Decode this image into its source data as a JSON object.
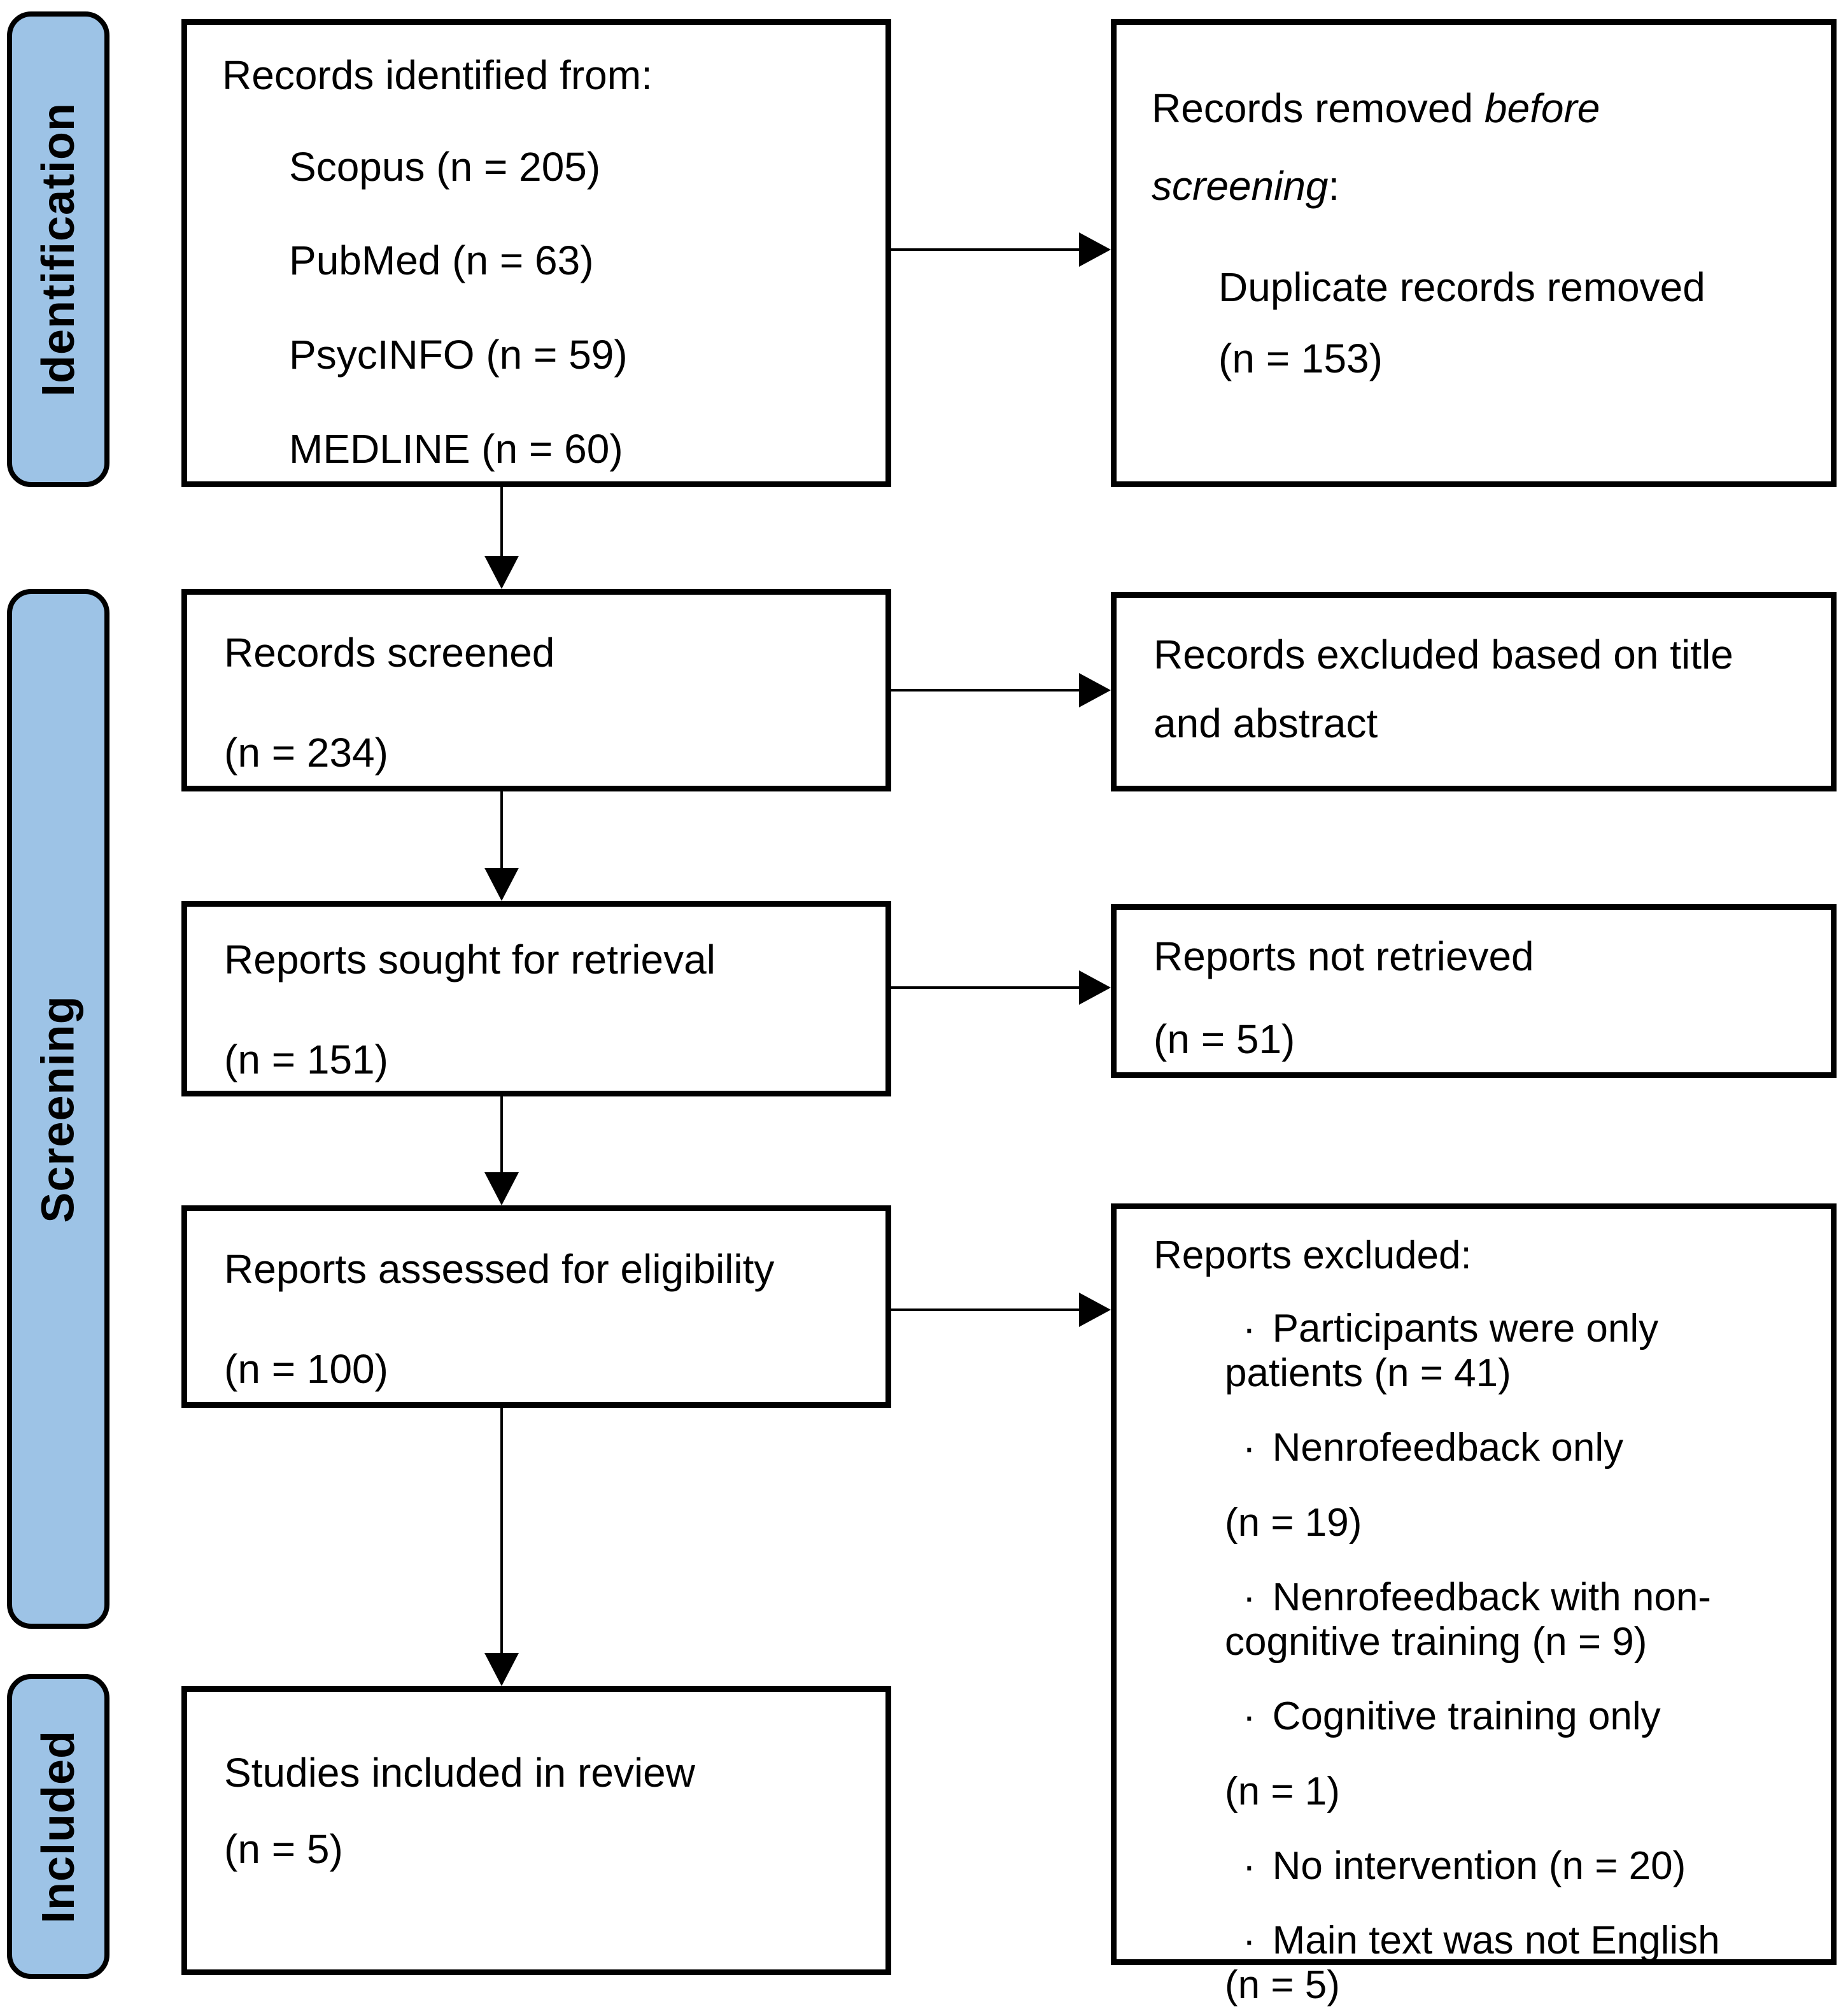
{
  "colors": {
    "stage_fill": "#9DC3E6",
    "line": "#000000",
    "box_bg": "#FFFFFF"
  },
  "stages": [
    {
      "label": "Identification"
    },
    {
      "label": "Screening"
    },
    {
      "label": "Included"
    }
  ],
  "boxes": {
    "identified": {
      "title": "Records identified from:",
      "items": [
        "Scopus (n = 205)",
        "PubMed (n = 63)",
        "PsycINFO (n = 59)",
        "MEDLINE (n = 60)"
      ]
    },
    "removed_before_screening": {
      "title_pre": "Records removed ",
      "title_italic_1": "before",
      "title_italic_2": "screening",
      "title_post": ":",
      "item_line1": "Duplicate records removed",
      "item_line2": "(n = 153)"
    },
    "screened": {
      "line1": "Records screened",
      "count": "(n = 234)"
    },
    "excluded_title_abstract": {
      "line1": "Records excluded based on title",
      "line2": "and abstract"
    },
    "sought": {
      "line1": "Reports sought for retrieval",
      "count": "(n = 151)"
    },
    "not_retrieved": {
      "line1": "Reports not retrieved",
      "count": "(n = 51)"
    },
    "assessed": {
      "line1": "Reports assessed for eligibility",
      "count": "(n = 100)"
    },
    "reports_excluded": {
      "title": "Reports excluded:",
      "bullet_glyph": "·",
      "lines": [
        {
          "type": "bullet",
          "text": "Participants were only"
        },
        {
          "type": "cont",
          "text": "patients (n = 41)"
        },
        {
          "type": "bullet",
          "text": "Nenrofeedback only"
        },
        {
          "type": "plain",
          "text": "(n = 19)"
        },
        {
          "type": "bullet",
          "text": "Nenrofeedback with non-"
        },
        {
          "type": "cont",
          "text": "cognitive training (n = 9)"
        },
        {
          "type": "bullet",
          "text": "Cognitive training only"
        },
        {
          "type": "plain",
          "text": "(n = 1)"
        },
        {
          "type": "bullet",
          "text": "No intervention (n = 20)"
        },
        {
          "type": "bullet",
          "text": "Main text was not English"
        },
        {
          "type": "cont",
          "text": "(n = 5)"
        }
      ]
    },
    "included_review": {
      "line1": "Studies included in review",
      "count": "(n = 5)"
    }
  }
}
